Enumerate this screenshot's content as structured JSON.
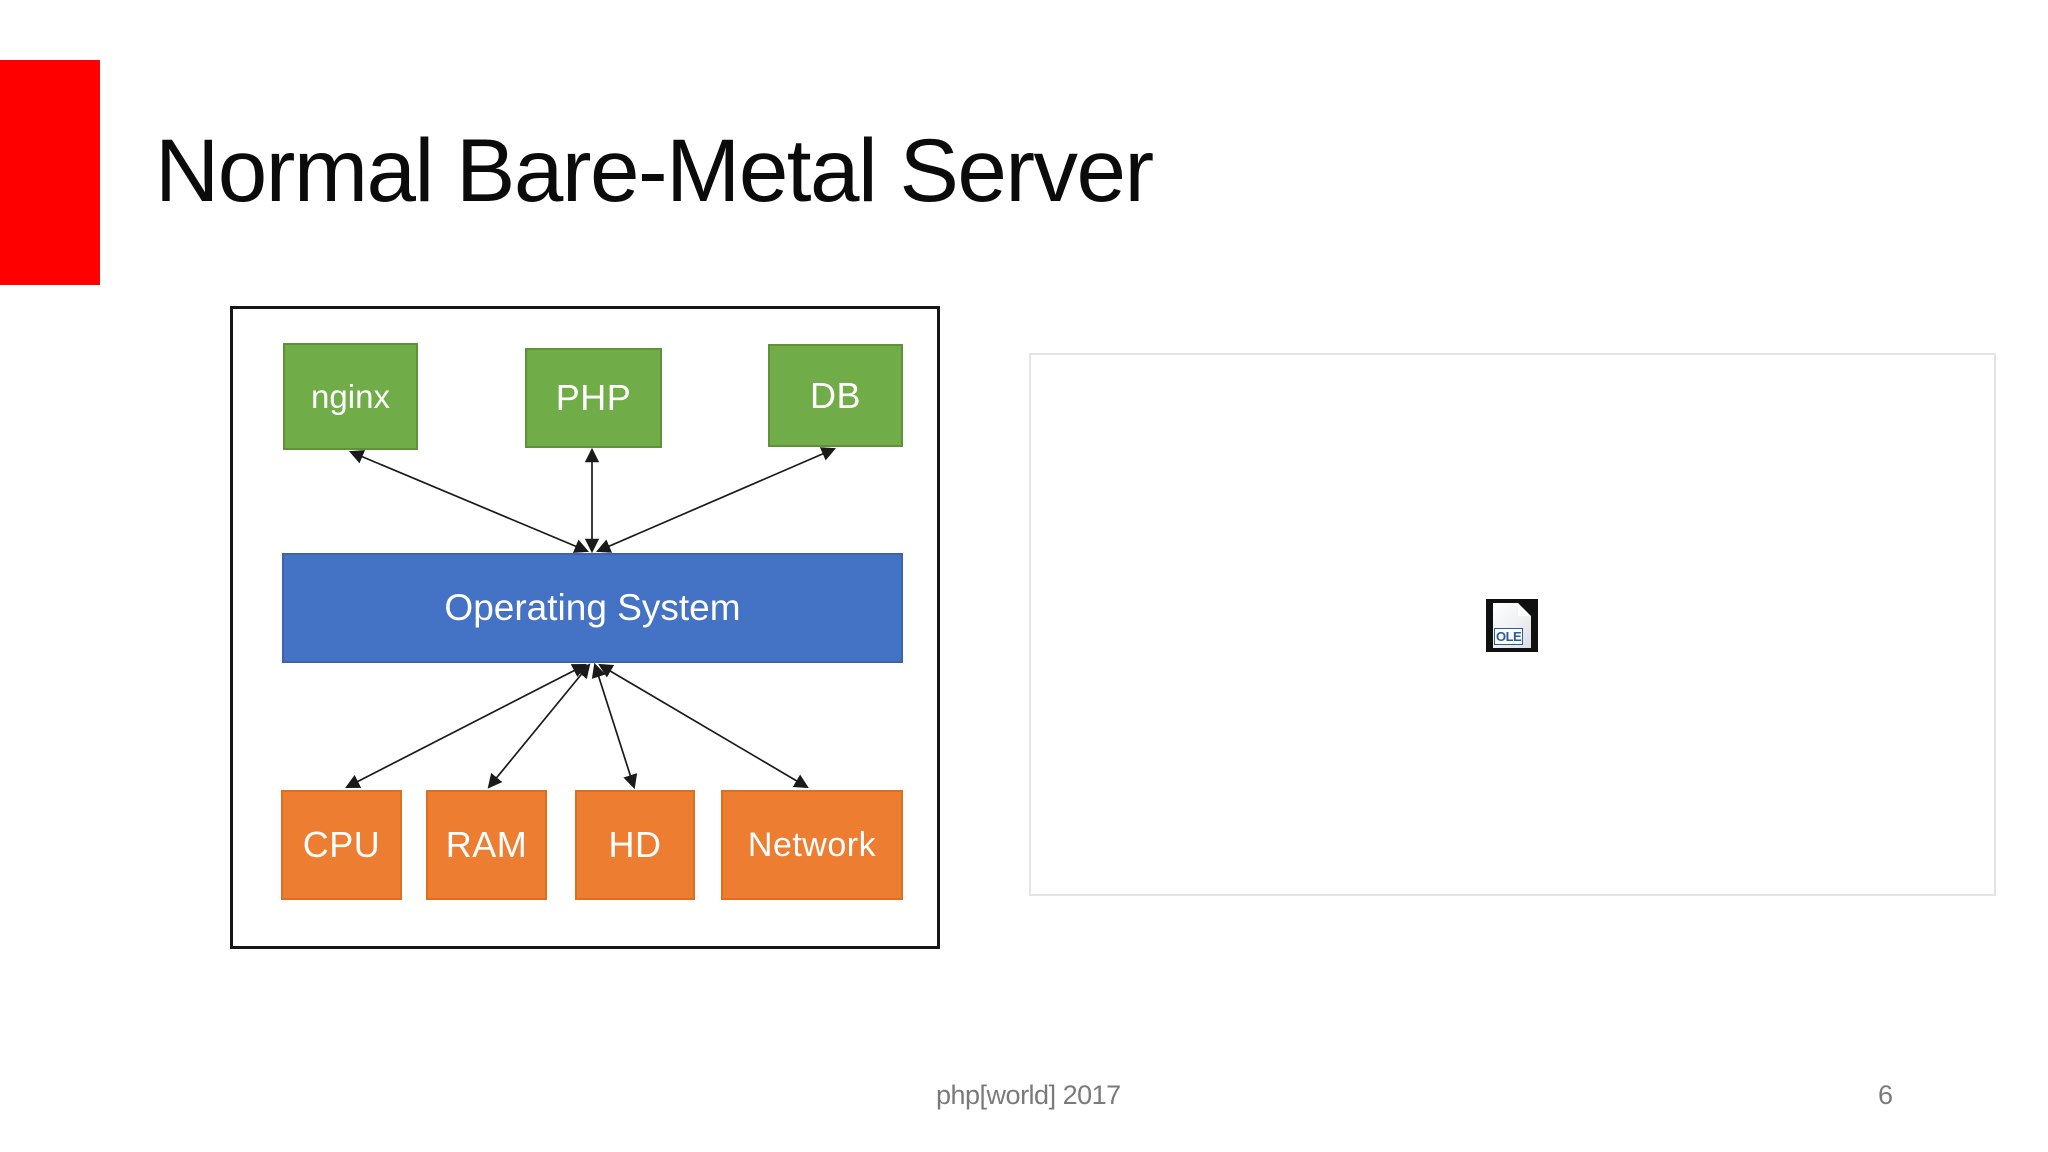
{
  "slide": {
    "title": "Normal Bare-Metal Server",
    "footer": "php[world] 2017",
    "page_number": "6"
  },
  "diagram": {
    "applications": [
      {
        "label": "nginx"
      },
      {
        "label": "PHP"
      },
      {
        "label": "DB"
      }
    ],
    "os": {
      "label": "Operating System"
    },
    "hardware": [
      {
        "label": "CPU"
      },
      {
        "label": "RAM"
      },
      {
        "label": "HD"
      },
      {
        "label": "Network"
      }
    ]
  },
  "ole_placeholder": {
    "label": "OLE"
  },
  "colors": {
    "accent_red": "#fe0000",
    "app_green": "#70ac47",
    "os_blue": "#4472c4",
    "hardware_orange": "#ed7d31",
    "arrow_black": "#1a1a1a",
    "footer_gray": "#7a7a7a",
    "placeholder_border_gray": "#e5e3e7",
    "ole_blue": "#2d5b9e"
  }
}
